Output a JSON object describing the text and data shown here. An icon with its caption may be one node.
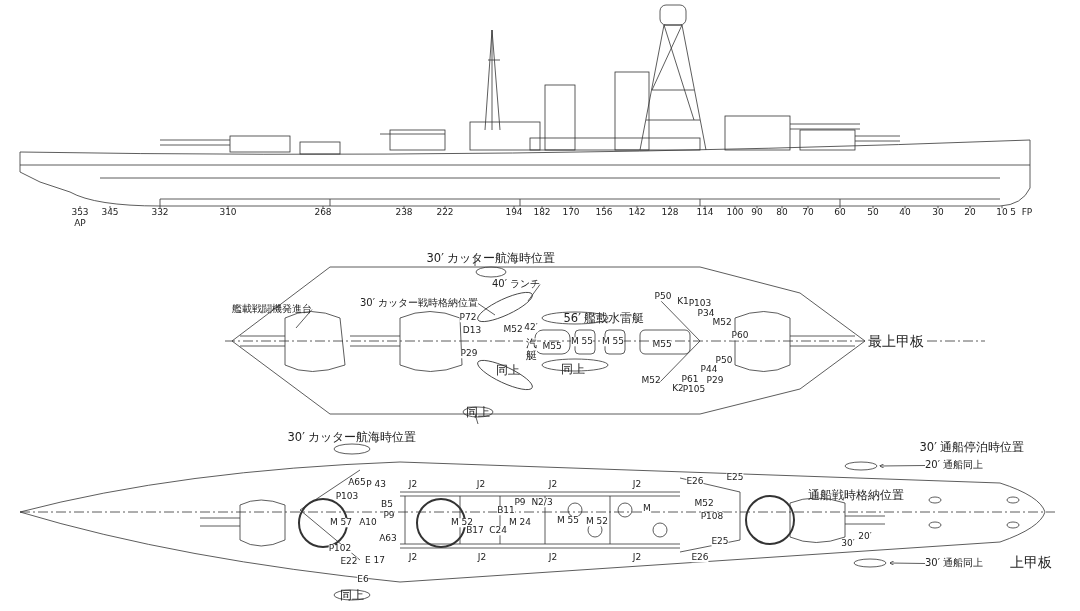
{
  "diagram": {
    "nodes": [
      {
        "text": [
          "艦載戦闘機発進台"
        ]
      },
      {
        "text": [
          "40′ ランチ"
        ]
      },
      {
        "text": [
          "30′ カッター戦時格納位置"
        ]
      },
      {
        "text": [
          "20′ 通船同上"
        ]
      },
      {
        "text": [
          "30′ 通船同上"
        ]
      }
    ],
    "edges": [
      {
        "from": 0,
        "to": null,
        "arrow": "none"
      },
      {
        "from": 1,
        "to": null,
        "arrow": "none"
      },
      {
        "from": 2,
        "to": null,
        "arrow": "none"
      },
      {
        "from": 3,
        "to": null,
        "arrow": "to"
      },
      {
        "from": 4,
        "to": null,
        "arrow": "to"
      }
    ],
    "labels": [
      "353",
      "345",
      "332",
      "310",
      "268",
      "238",
      "222",
      "194",
      "182",
      "170",
      "156",
      "142",
      "128",
      "114",
      "100",
      "90",
      "80",
      "70",
      "60",
      "50",
      "40",
      "30",
      "20",
      "10",
      "5",
      "FP",
      "AP",
      "30′ カッター航海時位置",
      "P50",
      "K1",
      "P103",
      "P72",
      "56′ 艦載水雷艇",
      "P34",
      "M52",
      "D13",
      "M52",
      "42′",
      "汽艇",
      "M55",
      "M 55",
      "M 55",
      "M55",
      "P60",
      "最上甲板",
      "P29",
      "同上",
      "同上",
      "P44",
      "P50",
      "M52",
      "K2",
      "P61",
      "P105",
      "P29",
      "同上",
      "30′ カッター航海時位置",
      "30′ 通船停泊時位置",
      "A65",
      "P 43",
      "J2",
      "J2",
      "J2",
      "J2",
      "E26",
      "E25",
      "P103",
      "通船戦時格納位置",
      "B5",
      "P9",
      "N2/3",
      "M52",
      "P9",
      "B11",
      "M",
      "P108",
      "M 57",
      "A10",
      "M 52",
      "M 24",
      "M 55",
      "M 52",
      "B17",
      "C24",
      "A63",
      "E25",
      "30′",
      "20′",
      "P102",
      "E22",
      "E 17",
      "J2",
      "J2",
      "J2",
      "J2",
      "E26",
      "上甲板",
      "E6",
      "同上"
    ]
  }
}
